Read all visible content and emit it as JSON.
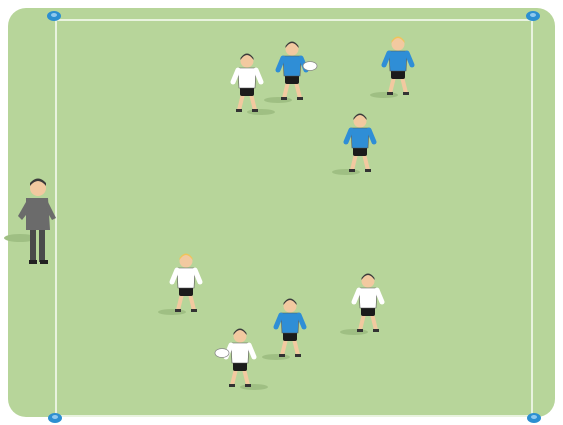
{
  "colors": {
    "pitch": "#b7d59a",
    "pitch_edge": "#a9cb8c",
    "boundary_line": "#ffffff",
    "cone": "#2c8fd1",
    "team_blue_shirt": "#2f8ed6",
    "team_white_shirt": "#ffffff",
    "shorts": "#1b1b1b",
    "skin": "#f2c9a0",
    "hair_blonde": "#f0c35a",
    "hair_dark": "#3a3a3a",
    "coach_shirt": "#6b6b6b",
    "coach_trousers": "#4a4a4a",
    "ball": "#ffffff",
    "shadow": "#9fbf83"
  },
  "scene": {
    "cones": [
      "corner-top-left",
      "corner-top-right",
      "corner-bottom-left",
      "corner-bottom-right"
    ],
    "players": [
      {
        "team": "white",
        "hair": "dark",
        "role": "running"
      },
      {
        "team": "blue",
        "hair": "dark",
        "role": "ball-carrier"
      },
      {
        "team": "blue",
        "hair": "blonde",
        "role": "standing"
      },
      {
        "team": "blue",
        "hair": "dark",
        "role": "running"
      },
      {
        "team": "white",
        "hair": "blonde",
        "role": "standing"
      },
      {
        "team": "white",
        "hair": "dark",
        "role": "running"
      },
      {
        "team": "blue",
        "hair": "dark",
        "role": "running"
      },
      {
        "team": "white",
        "hair": "dark",
        "role": "ball-carrier"
      }
    ],
    "coach": {
      "role": "observing"
    }
  }
}
